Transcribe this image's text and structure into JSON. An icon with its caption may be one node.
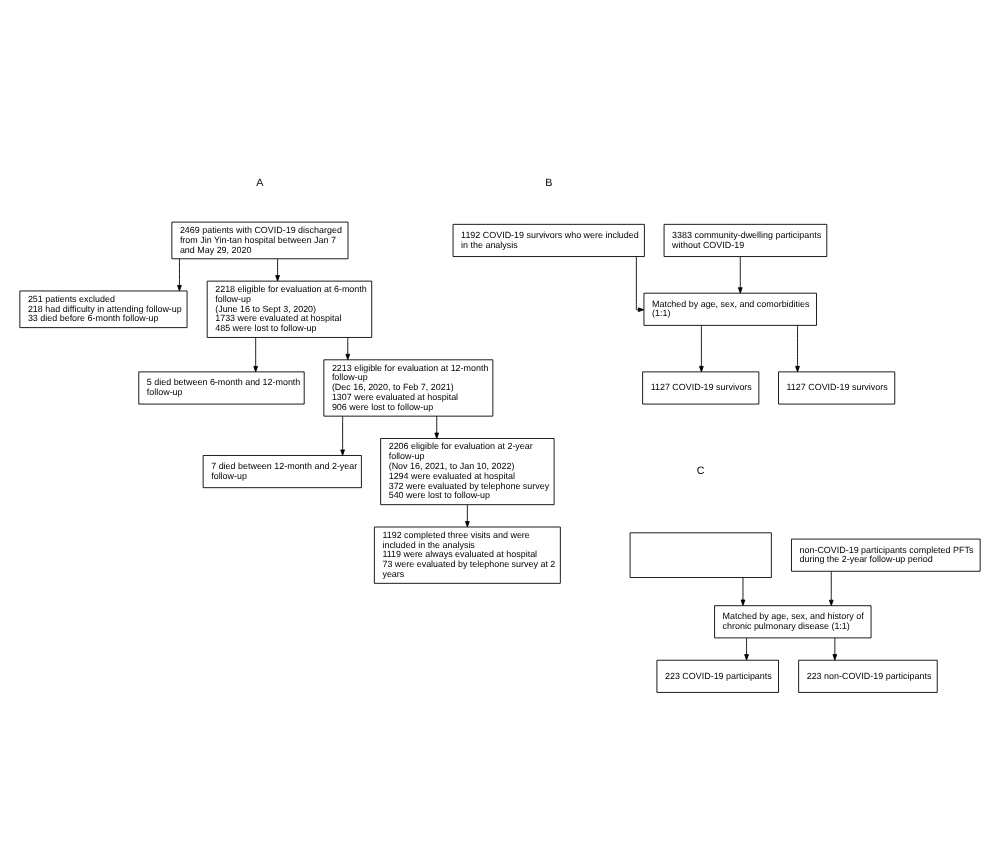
{
  "diagram": {
    "nodes": [
      {
        "text": [
          "2469 patients with COVID-19 discharged from Jin Yin-tan hospital between Jan 7 and May 29, 2020"
        ]
      },
      {
        "text": [
          "251 patients excluded",
          "218 had difficulty in attending follow-up",
          "33 died before 6-month follow-up"
        ]
      },
      {
        "text": [
          "2218 eligible for evaluation at 6-month follow-up",
          "(June 16 to Sept 3, 2020)",
          "1733 were evaluated at hospital",
          "485 were lost to follow-up"
        ]
      },
      {
        "text": [
          "5 died between 6-month and 12-month follow-up"
        ]
      },
      {
        "text": [
          "2213 eligible for evaluation at 12-month follow-up",
          "(Dec 16, 2020, to Feb 7, 2021)",
          "1307 were evaluated at hospital",
          "906 were lost to follow-up"
        ]
      },
      {
        "text": [
          "7 died between 12-month and 2-year follow-up"
        ]
      },
      {
        "text": [
          "2206 eligible for evaluation at 2-year follow-up",
          "(Nov 16, 2021, to Jan 10, 2022)",
          "1294 were evaluated at hospital",
          "372 were evaluated by telephone survey",
          "540 were lost to follow-up"
        ]
      },
      {
        "text": [
          "1192 completed three visits and were included in the analysis",
          "1119 were always evaluated at hospital",
          "73 were evaluated by telephone survey at 2 years"
        ]
      },
      {
        "text": [
          "1192 COVID-19 survivors who were included in the analysis"
        ]
      },
      {
        "text": [
          "3383 community-dwelling participants without COVID-19"
        ]
      },
      {
        "text": [
          "Matched by age, sex, and comorbidities (1:1)"
        ]
      },
      {
        "text": [
          "1127 COVID-19 survivors"
        ]
      },
      {
        "text": [
          "1127 COVID-19 survivors"
        ]
      },
      {
        "text": [],
        "shape": "box"
      },
      {
        "text": [
          "non-COVID-19 participants completed PFTs during the 2-year follow-up period"
        ]
      },
      {
        "text": [
          "Matched by age, sex, and history of chronic pulmonary disease (1:1)"
        ]
      },
      {
        "text": [
          "223 COVID-19 participants"
        ]
      },
      {
        "text": [
          "223 non-COVID-19 participants"
        ]
      }
    ],
    "edges": [
      {
        "from": 0,
        "to": 1,
        "arrow": "to"
      },
      {
        "from": 0,
        "to": 2,
        "arrow": "to"
      },
      {
        "from": 2,
        "to": 3,
        "arrow": "to"
      },
      {
        "from": 2,
        "to": 4,
        "arrow": "to"
      },
      {
        "from": 4,
        "to": 5,
        "arrow": "to"
      },
      {
        "from": 4,
        "to": 6,
        "arrow": "to"
      },
      {
        "from": 6,
        "to": 7,
        "arrow": "to"
      },
      {
        "from": 8,
        "to": 10,
        "arrow": "to"
      },
      {
        "from": 9,
        "to": 10,
        "arrow": "to"
      },
      {
        "from": 10,
        "to": 11,
        "arrow": "to"
      },
      {
        "from": 10,
        "to": 12,
        "arrow": "to"
      },
      {
        "from": 13,
        "to": 15,
        "arrow": "to"
      },
      {
        "from": 14,
        "to": 15,
        "arrow": "to"
      },
      {
        "from": 15,
        "to": 16,
        "arrow": "to"
      },
      {
        "from": 15,
        "to": 17,
        "arrow": "to"
      }
    ],
    "labels": [
      "A",
      "B",
      "C"
    ]
  }
}
